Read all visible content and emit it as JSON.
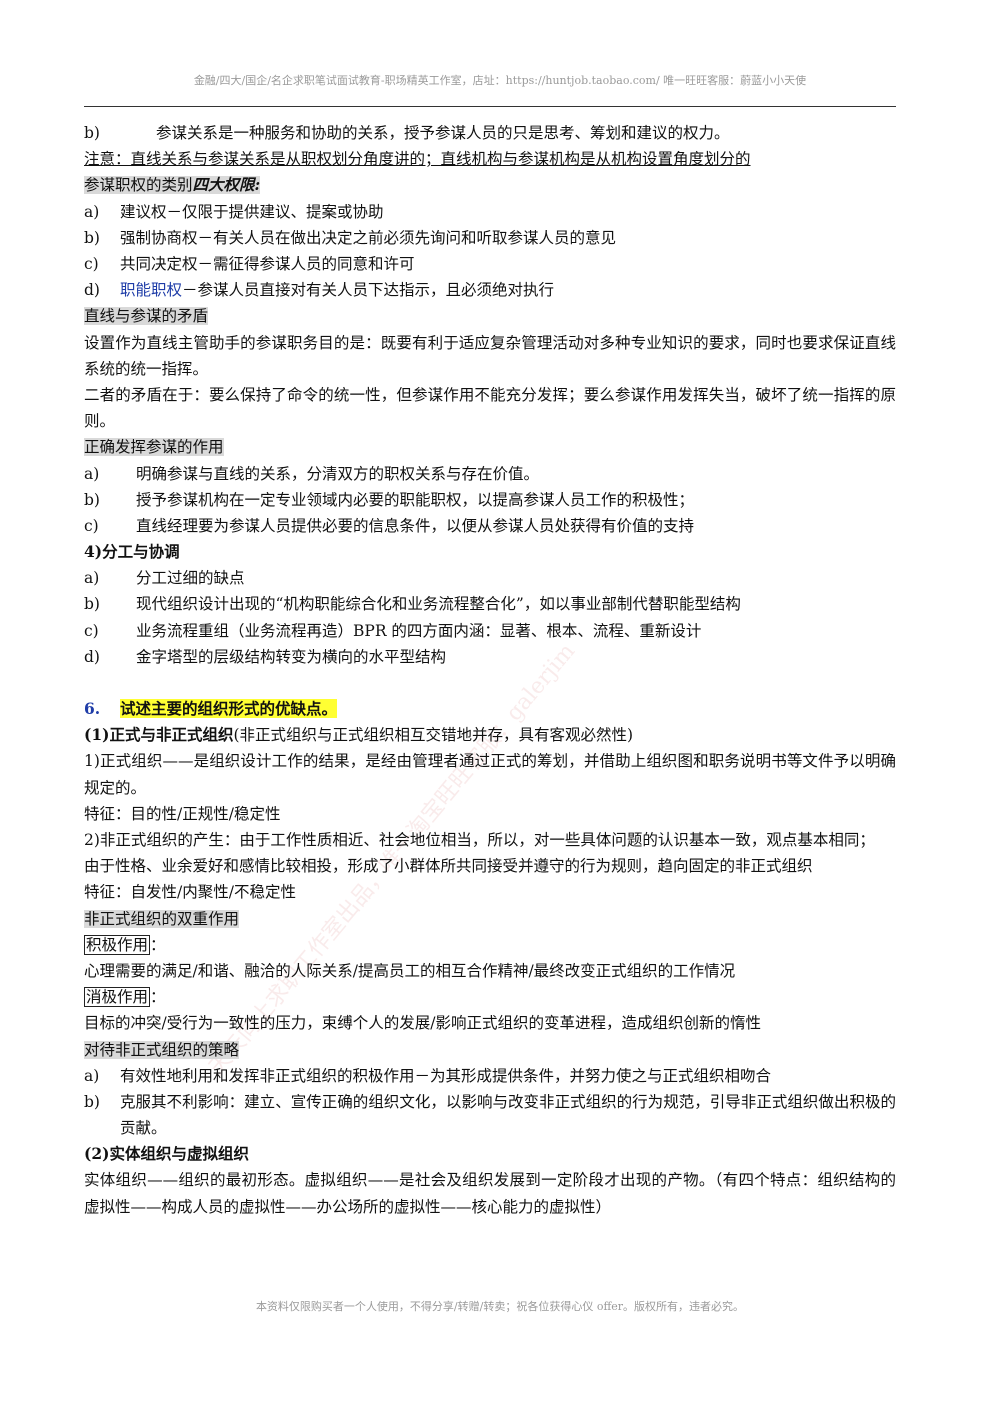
{
  "header_text": "金融/四大/国企/名企求职笔试面试教育-职场精英工作室，店址：https://huntjob.taobao.com/ 唯一旺旺客服：蔚蓝小小天使",
  "footer_text": "本资料仅限购买者一个人使用，不得分享/转赠/转卖；祝各位获得心仪 offer。版权所有，违者必究。",
  "watermark": "天天向上求职工作室出品，唯一淘宝旺旺客服：galerjim",
  "s": {
    "b_mark": "b)",
    "b_text": "参谋关系是一种服务和协助的关系，授予参谋人员的只是思考、筹划和建议的权力。",
    "note": "注意：直线关系与参谋关系是从职权划分角度讲的；直线机构与参谋机构是从机构设置角度划分的",
    "auth_head": "参谋职权的类别",
    "auth_head_em": "四大权限:",
    "auth": [
      {
        "m": "a)",
        "t": "建议权－仅限于提供建议、提案或协助"
      },
      {
        "m": "b)",
        "t": "强制协商权－有关人员在做出决定之前必须先询问和听取参谋人员的意见"
      },
      {
        "m": "c)",
        "t": "共同决定权－需征得参谋人员的同意和许可"
      }
    ],
    "auth_d_mark": "d)",
    "auth_d_link": "职能职权",
    "auth_d_text": "－参谋人员直接对有关人员下达指示，且必须绝对执行",
    "conflict_head": "直线与参谋的矛盾",
    "conflict_p1": "设置作为直线主管助手的参谋职务目的是：既要有利于适应复杂管理活动对多种专业知识的要求，同时也要求保证直线系统的统一指挥。",
    "conflict_p2": "二者的矛盾在于：要么保持了命令的统一性，但参谋作用不能充分发挥；要么参谋作用发挥失当，破坏了统一指挥的原则。",
    "proper_head": "正确发挥参谋的作用",
    "proper": [
      {
        "m": "a)",
        "t": "明确参谋与直线的关系，分清双方的职权关系与存在价值。"
      },
      {
        "m": "b)",
        "t": "授予参谋机构在一定专业领域内必要的职能职权，以提高参谋人员工作的积极性；"
      },
      {
        "m": "c)",
        "t": "直线经理要为参谋人员提供必要的信息条件，以便从参谋人员处获得有价值的支持"
      }
    ],
    "div_head": "4)分工与协调",
    "div": [
      {
        "m": "a)",
        "t": "分工过细的缺点"
      },
      {
        "m": "b)",
        "t": "现代组织设计出现的“机构职能综合化和业务流程整合化”，如以事业部制代替职能型结构"
      },
      {
        "m": "c)",
        "t": "业务流程重组（业务流程再造）BPR 的四方面内涵：显著、根本、流程、重新设计"
      },
      {
        "m": "d)",
        "t": "金字塔型的层级结构转变为横向的水平型结构"
      }
    ],
    "q6_num": "6.",
    "q6_text": "试述主要的组织形式的优缺点。",
    "f1_head": "(1)正式与非正式组织",
    "f1_note": "(非正式组织与正式组织相互交错地并存，具有客观必然性)",
    "f1_p1": "1)正式组织——是组织设计工作的结果，是经由管理者通过正式的筹划，并借助上组织图和职务说明书等文件予以明确规定的。",
    "f1_feat1": "特征：目的性/正规性/稳定性",
    "f1_p2": "2)非正式组织的产生：由于工作性质相近、社会地位相当，所以，对一些具体问题的认识基本一致，观点基本相同；",
    "f1_p3": "由于性格、业余爱好和感情比较相投，形成了小群体所共同接受并遵守的行为规则，趋向固定的非正式组织",
    "f1_feat2": "特征：自发性/内聚性/不稳定性",
    "dual_head": "非正式组织的双重作用",
    "pos_label": "积极作用",
    "colon": "：",
    "pos_text": "心理需要的满足/和谐、融洽的人际关系/提高员工的相互合作精神/最终改变正式组织的工作情况",
    "neg_label": "消极作用",
    "neg_text": "目标的冲突/受行为一致性的压力，束缚个人的发展/影响正式组织的变革进程，造成组织创新的惰性",
    "strat_head": "对待非正式组织的策略",
    "strat_a_m": "a)",
    "strat_a": "有效性地利用和发挥非正式组织的积极作用－为其形成提供条件，并努力使之与正式组织相吻合",
    "strat_b_m": "b)",
    "strat_b": "克服其不利影响：建立、宣传正确的组织文化，以影响与改变非正式组织的行为规范，引导非正式组织做出积极的贡献。",
    "f2_head": "(2)实体组织与虚拟组织",
    "f2_p": "实体组织——组织的最初形态。虚拟组织——是社会及组织发展到一定阶段才出现的产物。（有四个特点：组织结构的虚拟性——构成人员的虚拟性——办公场所的虚拟性——核心能力的虚拟性）"
  }
}
